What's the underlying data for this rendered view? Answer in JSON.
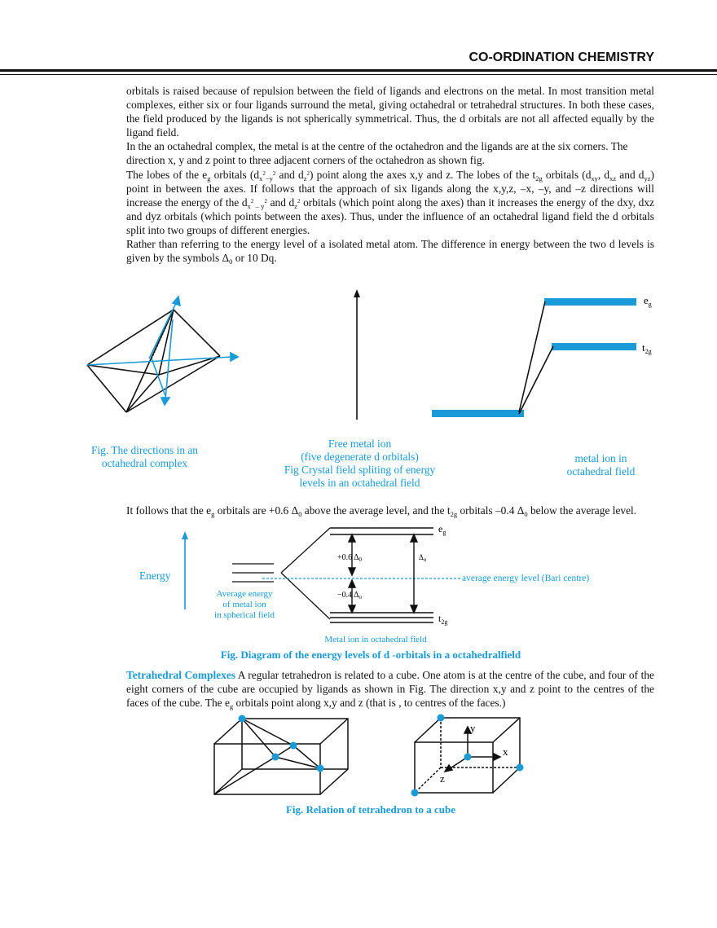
{
  "header": {
    "title": "CO-ORDINATION CHEMISTRY"
  },
  "paragraphs": {
    "p1": "orbitals is raised because of repulsion between the field of ligands and electrons on the metal. In most transition metal complexes, either six or four ligands surround the metal, giving octahedral or tetrahedral structures. In both these cases, the field produced by the ligands is not spherically symmetrical. Thus, the d orbitals are not all affected equally by the ligand field.",
    "p2": "In the an octahedral complex, the metal is at the centre of the octahedron and the ligands are at the six corners. The direction x, y and z point to three adjacent corners of the octahedron as shown fig.",
    "p3": {
      "a": "The lobes of the e",
      "a_sub": "g",
      "b": " orbitals (d",
      "b_sub1": "x",
      "b_sup1": "2",
      "b_sub2": "−y",
      "b_sup2": "2",
      "c": " and d",
      "c_sub": "z",
      "c_sup": "2",
      "d": ") point along the axes x,y and z. The lobes of the t",
      "d_sub": "2g",
      "e": " orbitals (d",
      "e_sub1": "xy",
      "f": ", d",
      "f_sub": "xz",
      "g": " and d",
      "g_sub": "yz",
      "h": ") point in between the axes. If follows that the approach of six ligands along the x,y,z, –x, –y, and –z directions will increase the energy of the d",
      "h_sub": "x",
      "h_sup": "2",
      "h_sub2": " – y",
      "h_sup2": "2",
      "i": " and d",
      "i_sub": "z",
      "i_sup": "2",
      "j": " orbitals (which point along the axes) than it increases the energy of the dxy, dxz and dyz orbitals (which points between the axes). Thus, under the influence of an octahedral ligand field the d orbitals split into two groups of different energies."
    },
    "p4_a": "Rather than referring to the energy level of a isolated metal atom. The difference in energy between the two d levels is given by the symbols Δ",
    "p4_sub": "0",
    "p4_b": " or 10 Dq.",
    "p5_a": "It follows that the e",
    "p5_sub1": "g",
    "p5_b": " orbitals are +0.6 Δ",
    "p5_sub2": "0",
    "p5_c": " above the average level, and the t",
    "p5_sub3": "2g",
    "p5_d": " orbitals –0.4 Δ",
    "p5_sub4": "0",
    "p5_e": " below the average level.",
    "tetra_heading": "Tetrahedral Complexes",
    "tetra_a": " A regular tetrahedron is related to a cube. One atom is at the centre of the cube, and four of the eight corners of the cube are occupied by ligands as shown in Fig. The direction x,y and z point to the centres of the faces of the cube. The e",
    "tetra_sub": "g",
    "tetra_b": " orbitals point along x,y and z (that is , to centres of the faces.)"
  },
  "figure1": {
    "caption_left_1": "Fig. The directions in an",
    "caption_left_2": "octahedral complex",
    "caption_mid_1": "Free metal ion",
    "caption_mid_2": "(five degenerate d orbitals)",
    "caption_mid_3": "Fig Crystal field spliting of energy",
    "caption_mid_4": "levels in an octahedral field",
    "caption_right_1": "metal ion in",
    "caption_right_2": "octahedral field",
    "eg_label": "e",
    "eg_sub": "g",
    "t2g_label": "t",
    "t2g_sub": "2g"
  },
  "figure2": {
    "energy_label": "Energy",
    "avg_1": "Average energy",
    "avg_2": "of metal ion",
    "avg_3": "in spherical field",
    "plus": "+0.6 Δ",
    "plus_sub": "0",
    "minus": "−0.4 Δ",
    "minus_sub": "o",
    "delta": "Δ",
    "delta_sub": "o",
    "avg_level": "average energy level (Bari centre)",
    "eg": "e",
    "eg_sub": "g",
    "t2g": "t",
    "t2g_sub": "2g",
    "bottom_label": "Metal ion in octahedral field",
    "caption": "Fig. Diagram of the energy levels of d -orbitals in a octahedralfield"
  },
  "figure3": {
    "y": "y",
    "x": "x",
    "z": "z",
    "caption": "Fig. Relation of tetrahedron to a cube"
  },
  "colors": {
    "accent": "#1a9ad6",
    "text": "#111111"
  }
}
